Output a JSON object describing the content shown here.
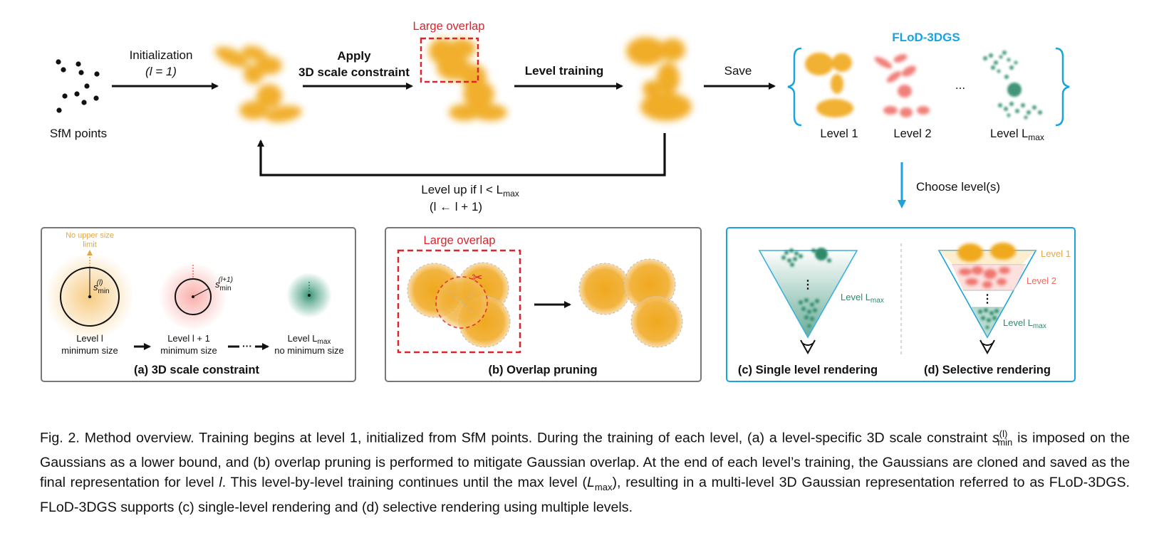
{
  "colors": {
    "orange": "#f0a91e",
    "red": "#ee6b63",
    "green": "#2d8a6b",
    "blue": "#1aa3dc",
    "dark_red": "#d9262e",
    "orange_text": "#e0a84a"
  },
  "top": {
    "sfm_label": "SfM points",
    "init_label1": "Initialization",
    "init_label2": "(l = 1)",
    "apply_label1": "Apply",
    "apply_label2": "3D scale constraint",
    "large_overlap": "Large overlap",
    "level_training": "Level training",
    "save": "Save",
    "flod_title": "FLoD-3DGS",
    "level1": "Level 1",
    "level2": "Level 2",
    "ellipsis": "...",
    "levelmax": "Level L",
    "levelmax_sub": "max",
    "loop_label1": "Level up if l < L",
    "loop_label1_sub": "max",
    "loop_label2": "(l ← l + 1)",
    "choose": "Choose level(s)"
  },
  "panel_a": {
    "no_upper1": "No upper size",
    "no_upper2": "limit",
    "smin_l": "s",
    "smin_sub": "min",
    "smin_sup_l": "(l)",
    "smin_sup_l1": "(l+1)",
    "level_l": "Level l",
    "level_l1": "Level l + 1",
    "level_lmax": "Level L",
    "level_lmax_sub": "max",
    "min_size": "minimum size",
    "no_min_size": "no minimum size",
    "dots": "···",
    "caption": "(a) 3D scale constraint"
  },
  "panel_b": {
    "large_overlap": "Large overlap",
    "scissor": "✂",
    "caption": "(b) Overlap pruning"
  },
  "panel_c": {
    "level_lmax": "Level L",
    "level_lmax_sub": "max",
    "vdots": "⋮",
    "caption": "(c) Single level rendering"
  },
  "panel_d": {
    "level1": "Level 1",
    "level2": "Level 2",
    "level_lmax": "Level L",
    "level_lmax_sub": "max",
    "vdots": "⋮",
    "caption": "(d) Selective rendering"
  },
  "caption": {
    "p1": "Fig. 2.  Method overview. Training begins at level 1, initialized from SfM points. During the training of each level, (a) a level-specific 3D scale constraint ",
    "p1_s": "s",
    "p1_sup": "(l)",
    "p1_sub": "min",
    "p2": " is imposed on the Gaussians as a lower bound, and (b) overlap pruning is performed to mitigate Gaussian overlap. At the end of each level’s training, the Gaussians are cloned and saved as the final representation for level ",
    "p2_l": "l",
    "p3": ". This level-by-level training continues until the max level (",
    "p3_L": "L",
    "p3_sub": "max",
    "p4": "), resulting in a multi-level 3D Gaussian representation referred to as FLoD-3DGS. FLoD-3DGS supports (c) single-level rendering and (d) selective rendering using multiple levels."
  }
}
